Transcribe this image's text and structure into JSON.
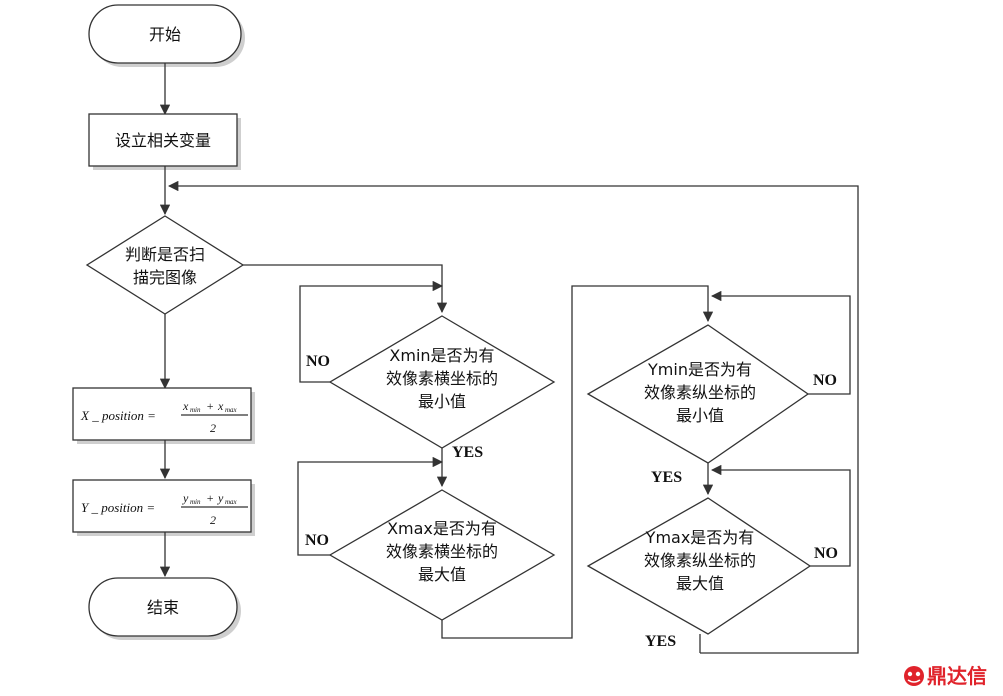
{
  "nodes": {
    "start": "开始",
    "set_vars": "设立相关变量",
    "check_scan": [
      "判断是否扫",
      "描完图像"
    ],
    "x_position": {
      "lhs": "X _ position =",
      "num_a": "x",
      "sub_a": "min",
      "plus": "+",
      "num_b": "x",
      "sub_b": "max",
      "den": "2"
    },
    "y_position": {
      "lhs": "Y _ position =",
      "num_a": "y",
      "sub_a": "min",
      "plus": "+",
      "num_b": "y",
      "sub_b": "max",
      "den": "2"
    },
    "end": "结束",
    "xmin": [
      "Xmin是否为有",
      "效像素横坐标的",
      "最小值"
    ],
    "xmax": [
      "Xmax是否为有",
      "效像素横坐标的",
      "最大值"
    ],
    "ymin": [
      "Ymin是否为有",
      "效像素纵坐标的",
      "最小值"
    ],
    "ymax": [
      "Ymax是否为有",
      "效像素纵坐标的",
      "最大值"
    ]
  },
  "labels": {
    "yes": "YES",
    "no": "NO"
  },
  "watermark": {
    "text": "鼎达信",
    "icon": "dingdaxin-logo-icon",
    "color": "#e0232b"
  }
}
